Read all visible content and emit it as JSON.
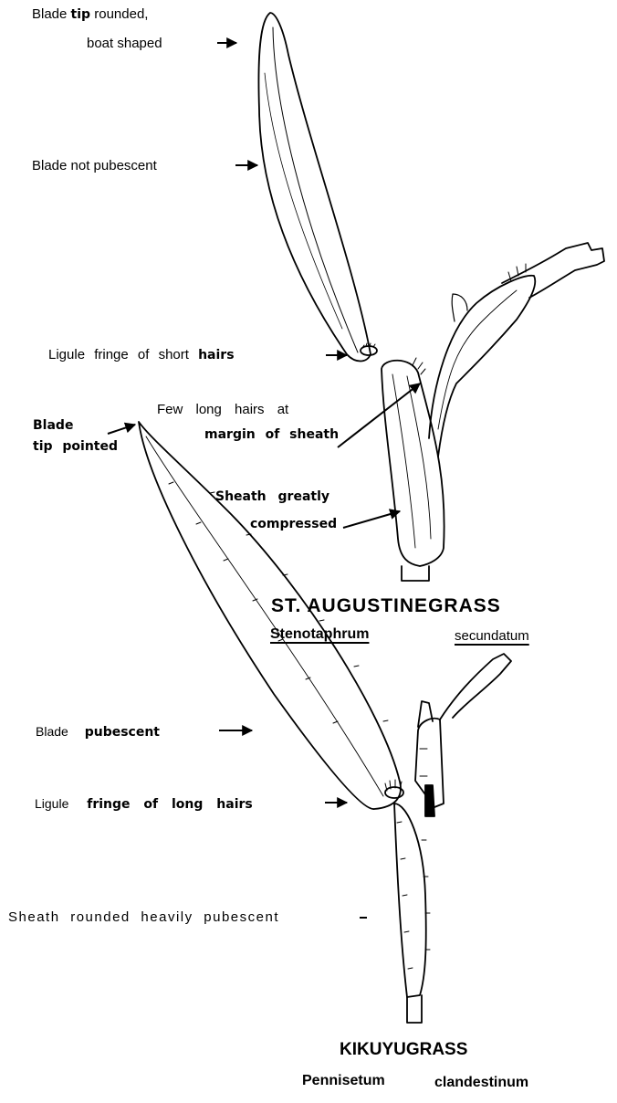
{
  "st_augustine": {
    "labels": {
      "blade_tip_a": "Blade",
      "blade_tip_b": "tip",
      "blade_tip_c": "rounded,",
      "boat_shaped": "boat shaped",
      "blade_not_pubescent": "Blade not pubescent",
      "ligule_a": "Ligule fringe of short",
      "ligule_b": "hairs",
      "few_hairs_a": "Few long hairs at",
      "few_hairs_b": "margin of sheath",
      "sheath_a": "Sheath greatly",
      "sheath_b": "compressed"
    },
    "common_name": "ST. AUGUSTINEGRASS",
    "genus": "Stenotaphrum",
    "species": "secundatum"
  },
  "kikuyu": {
    "labels": {
      "blade_tip_a": "Blade",
      "blade_tip_b": "tip pointed",
      "blade_pubescent_a": "Blade",
      "blade_pubescent_b": "pubescent",
      "ligule_a": "Ligule",
      "ligule_b": "fringe of long hairs",
      "sheath": "Sheath rounded heavily pubescent"
    },
    "common_name": "KIKUYUGRASS",
    "genus": "Pennisetum",
    "species": "clandestinum"
  }
}
